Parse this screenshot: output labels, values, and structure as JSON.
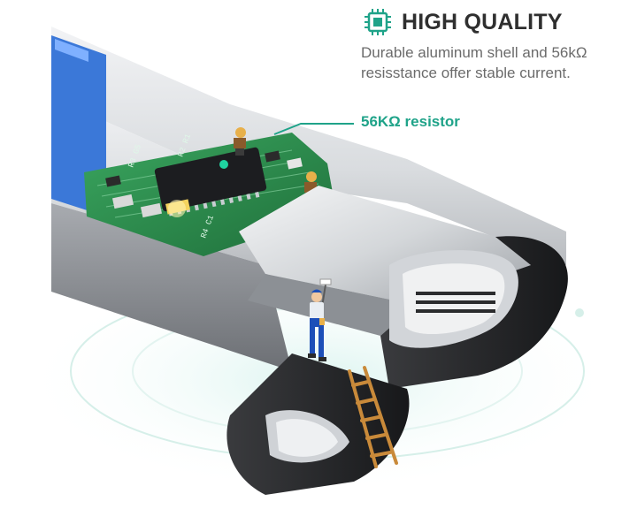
{
  "headline": {
    "icon": "chip-icon",
    "title": "HIGH QUALITY"
  },
  "description": {
    "line1": "Durable aluminum shell and 56kΩ",
    "line2": "resisstance offer stable current."
  },
  "callout": {
    "label": "56KΩ resistor"
  },
  "pcb_markings": {
    "left_text": "R3 G5",
    "right_text": "R2 R1",
    "bottom_text": "R4 C1"
  },
  "colors": {
    "accent": "#1fa389",
    "title": "#2f2f2f",
    "body_text": "#6b6b6b",
    "shell_dark": "#2b2c2e",
    "shell_silver": "#cfd2d6",
    "pcb_green": "#2e8f4e",
    "usb_blue": "#2a6fd6",
    "worker_shirt": "#e9eef3",
    "worker_pants": "#1d4fb8",
    "ladder": "#c98a3a"
  }
}
